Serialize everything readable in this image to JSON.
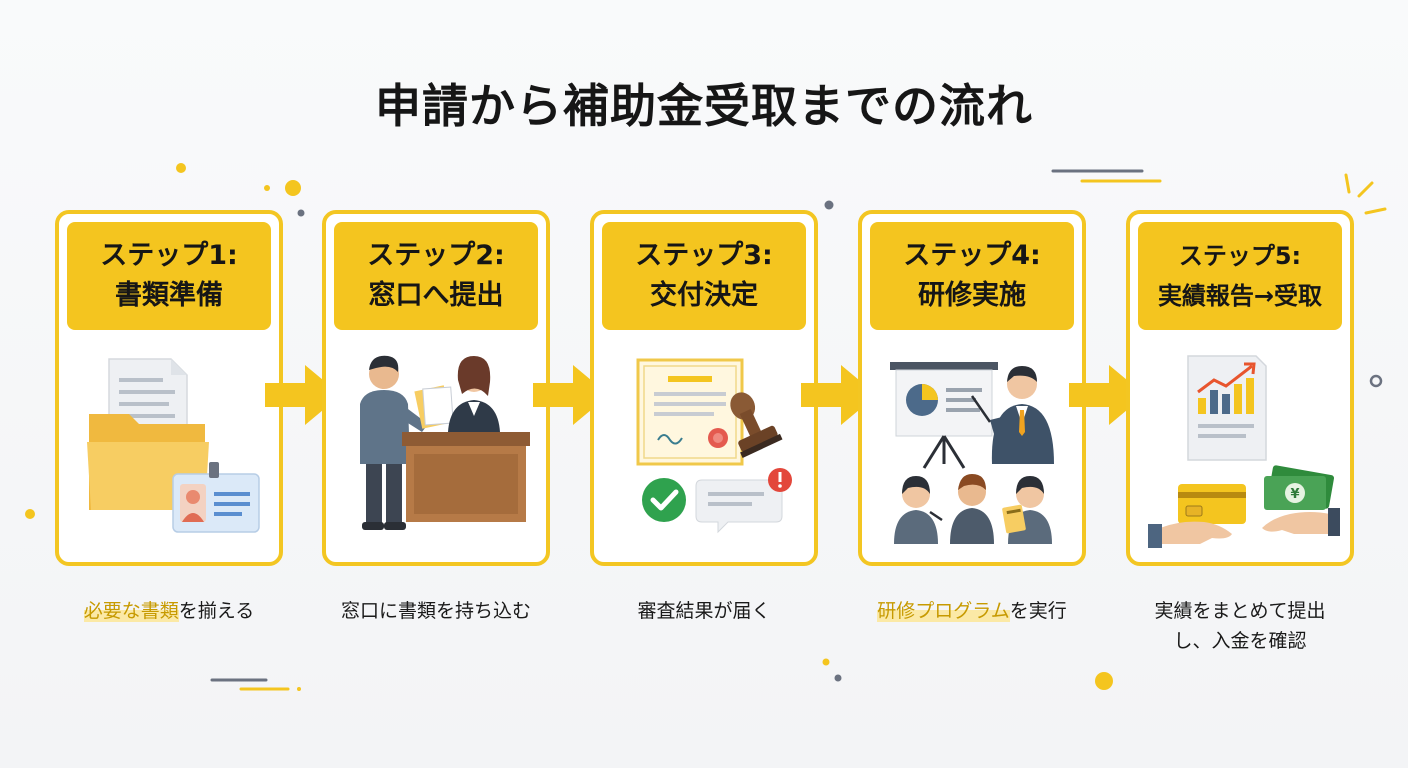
{
  "title": "申請から補助金受取までの流れ",
  "steps": [
    {
      "heading": "ステップ1:",
      "name": "書類準備",
      "caption_highlight": "必要な書類",
      "caption_rest": "を揃える"
    },
    {
      "heading": "ステップ2:",
      "name": "窓口へ提出",
      "caption": "窓口に書類を持ち込む"
    },
    {
      "heading": "ステップ3:",
      "name": "交付決定",
      "caption": "審査結果が届く"
    },
    {
      "heading": "ステップ4:",
      "name": "研修実施",
      "caption_highlight": "研修プログラム",
      "caption_rest": "を実行"
    },
    {
      "heading": "ステップ5:",
      "name": "実績報告→受取",
      "caption_line1": "実績をまとめて提出",
      "caption_line2": "し、入金を確認"
    }
  ],
  "colors": {
    "accent": "#f4c51f",
    "border": "#f3c622",
    "highlight_text": "#c79a00"
  },
  "icons": [
    "documents-folder-icon",
    "id-card-icon",
    "counter-submission-icon",
    "certificate-stamp-icon",
    "check-icon",
    "alert-icon",
    "presentation-icon",
    "training-audience-icon",
    "report-chart-icon",
    "money-handover-icon",
    "right-arrow-icon"
  ]
}
